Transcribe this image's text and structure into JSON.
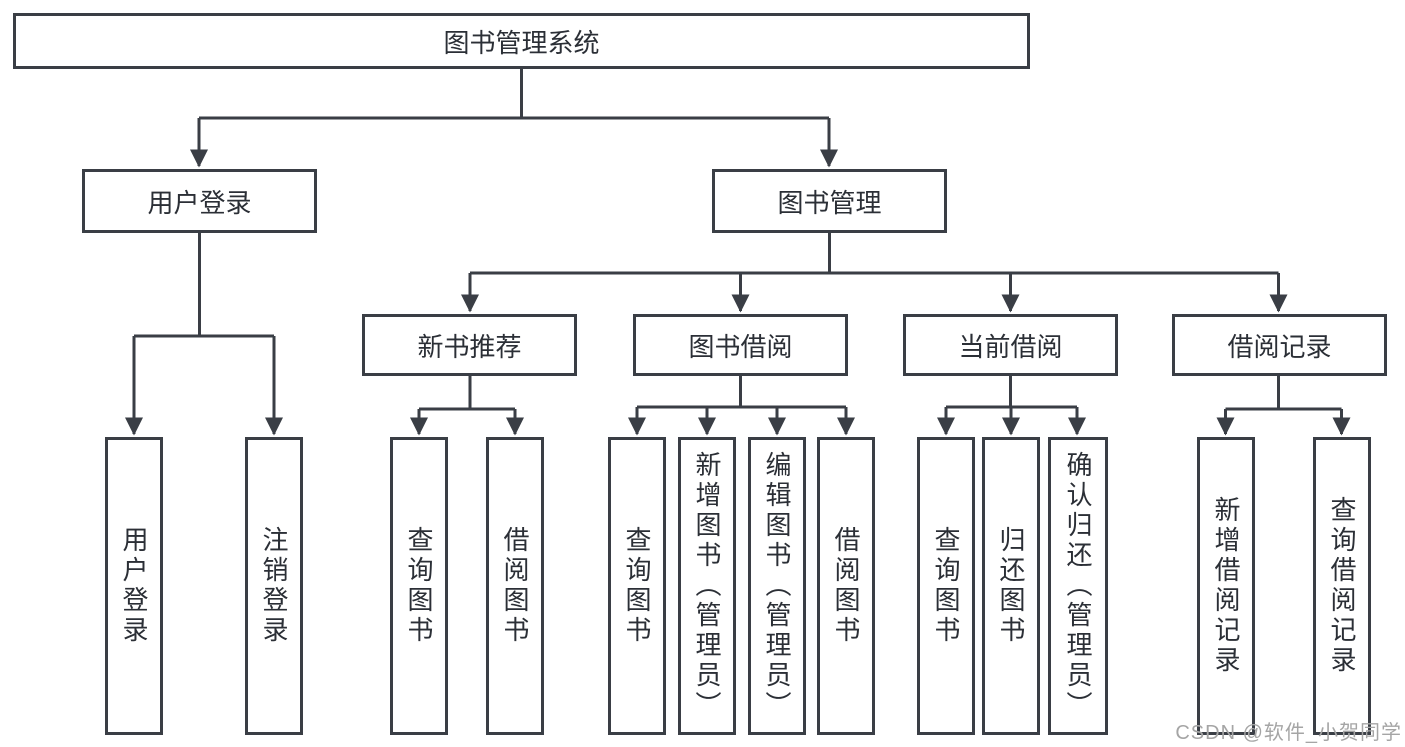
{
  "tree": {
    "root": {
      "label": "图书管理系统"
    },
    "user_login": {
      "label": "用户登录",
      "children": {
        "login": {
          "label": "用户登录"
        },
        "logout": {
          "label": "注销登录"
        }
      }
    },
    "book_mgmt": {
      "label": "图书管理",
      "children": {
        "new_books": {
          "label": "新书推荐",
          "children": {
            "query": {
              "label": "查询图书"
            },
            "borrow": {
              "label": "借阅图书"
            }
          }
        },
        "book_borrow": {
          "label": "图书借阅",
          "children": {
            "query": {
              "label": "查询图书"
            },
            "add": {
              "label": "新增图书（管理员）"
            },
            "edit": {
              "label": "编辑图书（管理员）"
            },
            "borrow": {
              "label": "借阅图书"
            }
          }
        },
        "current_borrow": {
          "label": "当前借阅",
          "children": {
            "query": {
              "label": "查询图书"
            },
            "return": {
              "label": "归还图书"
            },
            "confirm": {
              "label": "确认归还（管理员）"
            }
          }
        },
        "borrow_records": {
          "label": "借阅记录",
          "children": {
            "add": {
              "label": "新增借阅记录"
            },
            "query": {
              "label": "查询借阅记录"
            }
          }
        }
      }
    }
  },
  "watermark": {
    "text": "CSDN @软件_小贺同学"
  },
  "colors": {
    "line": "#3a3e45",
    "text": "#2b2f36",
    "watermark": "#a5a5a5",
    "background": "#ffffff"
  }
}
